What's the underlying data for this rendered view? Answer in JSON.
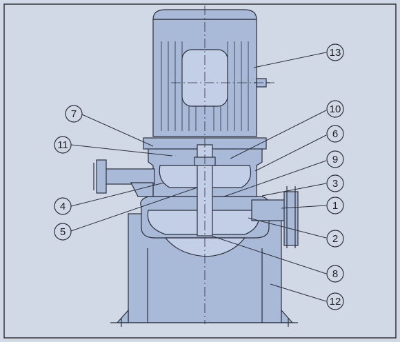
{
  "diagram": {
    "callouts": [
      {
        "id": "c13",
        "label": "13"
      },
      {
        "id": "c10",
        "label": "10"
      },
      {
        "id": "c7",
        "label": "7"
      },
      {
        "id": "c6",
        "label": "6"
      },
      {
        "id": "c11",
        "label": "11"
      },
      {
        "id": "c9",
        "label": "9"
      },
      {
        "id": "c3",
        "label": "3"
      },
      {
        "id": "c4",
        "label": "4"
      },
      {
        "id": "c1",
        "label": "1"
      },
      {
        "id": "c5",
        "label": "5"
      },
      {
        "id": "c2",
        "label": "2"
      },
      {
        "id": "c8",
        "label": "8"
      },
      {
        "id": "c12",
        "label": "12"
      }
    ],
    "colors": {
      "background": "#d2d9e6",
      "fill": "#a9b9d8",
      "fill_light": "#c3cfe6",
      "line": "#2a2f3a",
      "border": "#333333"
    }
  }
}
